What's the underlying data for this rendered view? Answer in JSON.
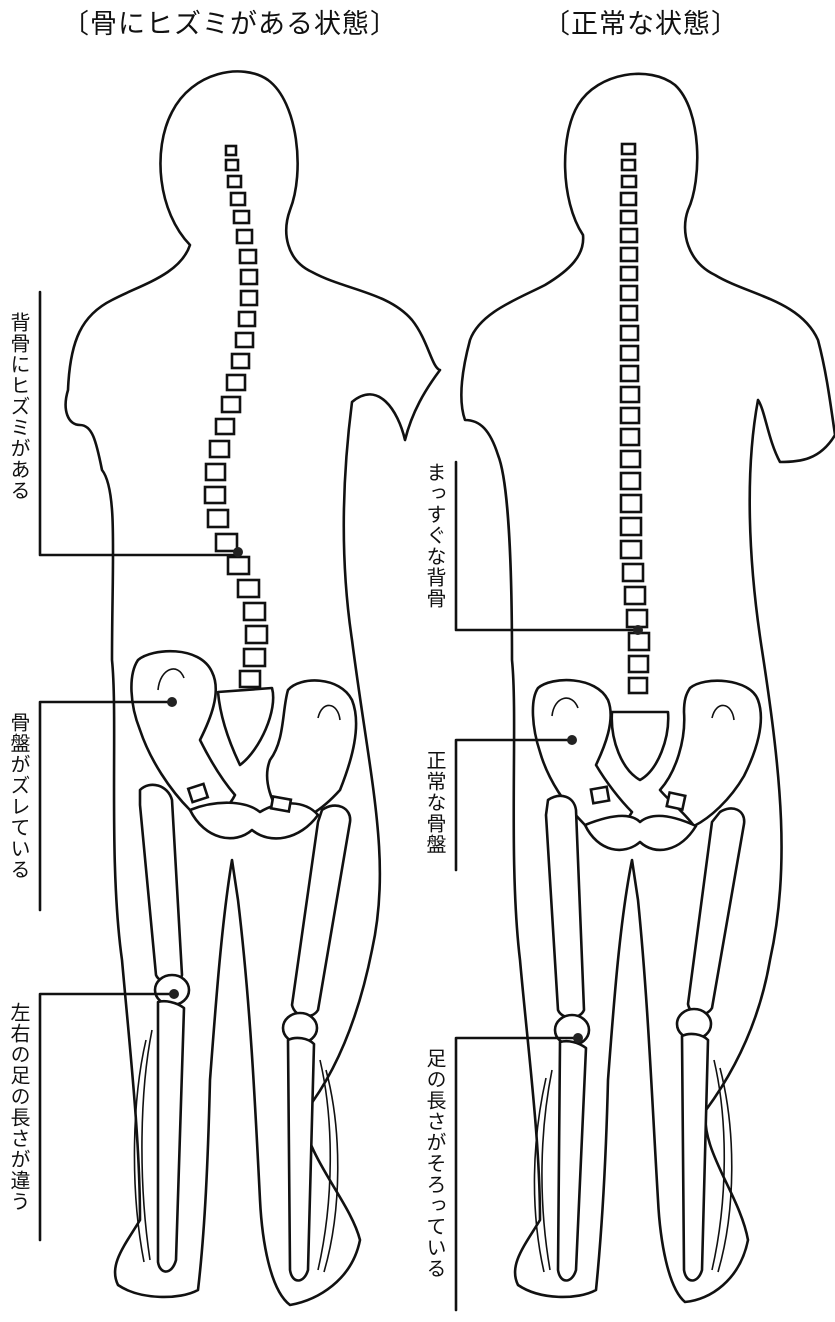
{
  "titles": {
    "left": "〔骨にヒズミがある状態〕",
    "right": "〔正常な状態〕"
  },
  "labels": {
    "left": {
      "spine": "背骨にヒズミがある",
      "pelvis": "骨盤がズレている",
      "legs": "左右の足の長さが違う"
    },
    "right": {
      "spine": "まっすぐな背骨",
      "pelvis": "正常な骨盤",
      "legs": "足の長さがそろっている"
    }
  }
}
